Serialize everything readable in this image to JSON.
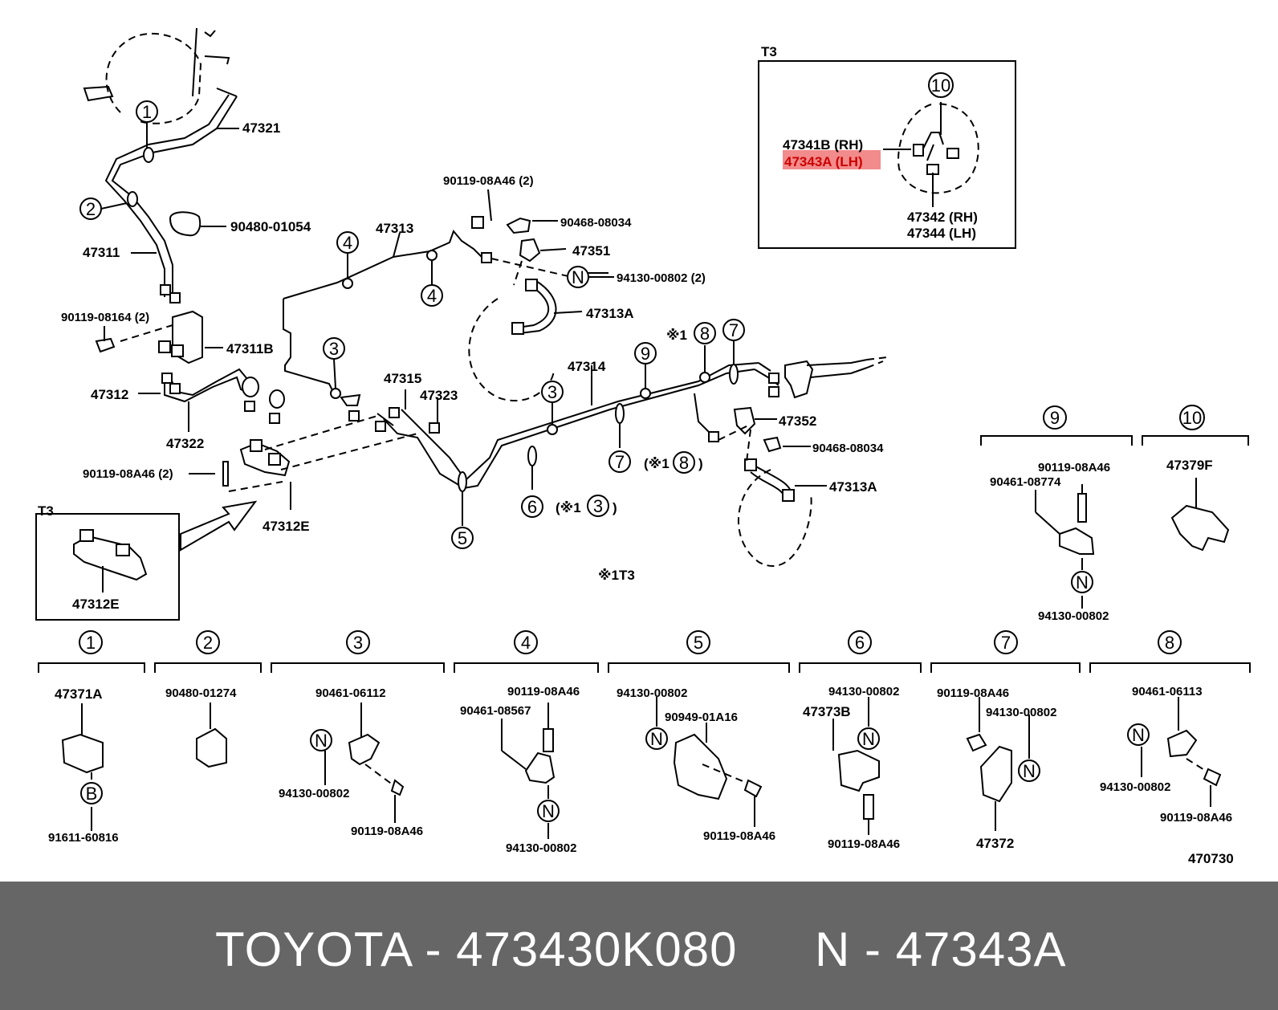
{
  "diagram_id": "470730",
  "callout_circles": [
    "1",
    "2",
    "3",
    "4",
    "5",
    "6",
    "7",
    "8",
    "9",
    "10"
  ],
  "main_labels": {
    "p47321": "47321",
    "p90480_01054": "90480-01054",
    "p47311": "47311",
    "p90119_08164": "90119-08164 (2)",
    "p47311B": "47311B",
    "p47312": "47312",
    "p47322": "47322",
    "p90119_08A46_2a": "90119-08A46 (2)",
    "p47312E": "47312E",
    "p47313": "47313",
    "p90119_08A46_2b": "90119-08A46 (2)",
    "p90468_08034_a": "90468-08034",
    "p47351": "47351",
    "n_label": "N",
    "p94130_00802_2": "94130-00802 (2)",
    "p47313A_a": "47313A",
    "p47315": "47315",
    "p47323": "47323",
    "p47314": "47314",
    "p47352": "47352",
    "p90468_08034_b": "90468-08034",
    "p47313A_b": "47313A",
    "note1": "※1",
    "note_7_8_pre": "(※1",
    "note_7_8_post": ")",
    "note_6_3_pre": "(※1",
    "note_6_3_post": ")",
    "note_t3": "※1T3"
  },
  "inset_t3_top": {
    "title": "T3",
    "p47341B": "47341B (RH)",
    "p47343A": "47343A (LH)",
    "p47342": "47342 (RH)",
    "p47344": "47344 (LH)"
  },
  "inset_t3_bottom": {
    "title": "T3",
    "p47312E": "47312E"
  },
  "detail_9": {
    "p90119_08A46": "90119-08A46",
    "p90461_08774": "90461-08774",
    "p94130_00802": "94130-00802"
  },
  "detail_10": {
    "p47379F": "47379F"
  },
  "details_bottom": {
    "d1": {
      "a": "47371A",
      "b": "91611-60816",
      "b_circle": "B"
    },
    "d2": {
      "a": "90480-01274"
    },
    "d3": {
      "a": "90461-06112",
      "b": "94130-00802",
      "c": "90119-08A46"
    },
    "d4": {
      "a": "90119-08A46",
      "b": "90461-08567",
      "c": "94130-00802"
    },
    "d5": {
      "a": "94130-00802",
      "b": "90949-01A16",
      "c": "90119-08A46"
    },
    "d6": {
      "a": "94130-00802",
      "b": "47373B",
      "c": "90119-08A46"
    },
    "d7": {
      "a": "90119-08A46",
      "b": "94130-00802",
      "c": "47372"
    },
    "d8": {
      "a": "90461-06113",
      "b": "94130-00802",
      "c": "90119-08A46"
    }
  },
  "highlight_color": "#f28b8b",
  "caption": {
    "left": "TOYOTA - 473430K080",
    "right": "N - 47343A"
  }
}
